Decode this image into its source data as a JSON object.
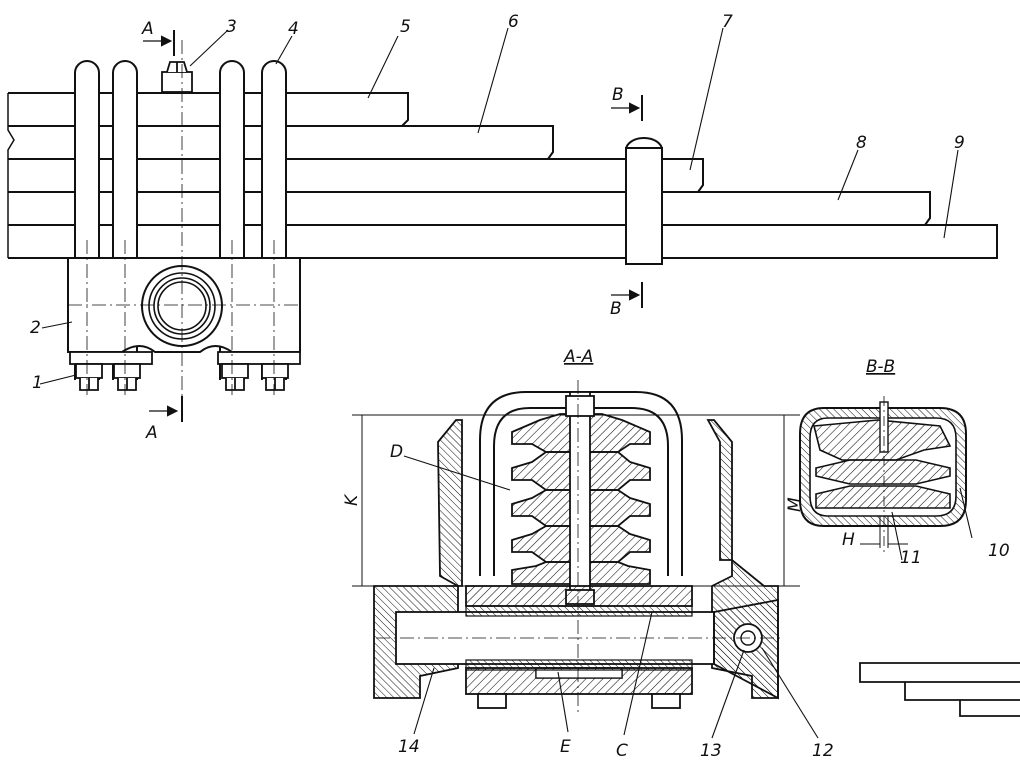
{
  "callouts": {
    "n1": "1",
    "n2": "2",
    "n3": "3",
    "n4": "4",
    "n5": "5",
    "n6": "6",
    "n7": "7",
    "n8": "8",
    "n9": "9",
    "n10": "10",
    "n11": "11",
    "n12": "12",
    "n13": "13",
    "n14": "14"
  },
  "section_marks": {
    "a_top": "A",
    "a_bottom": "A",
    "b_top": "B",
    "b_bottom": "B"
  },
  "section_titles": {
    "aa": "A-A",
    "bb": "B-B"
  },
  "dimensions": {
    "k": "K",
    "m": "M",
    "h": "H"
  },
  "details": {
    "d": "D",
    "e": "E",
    "c": "C"
  }
}
